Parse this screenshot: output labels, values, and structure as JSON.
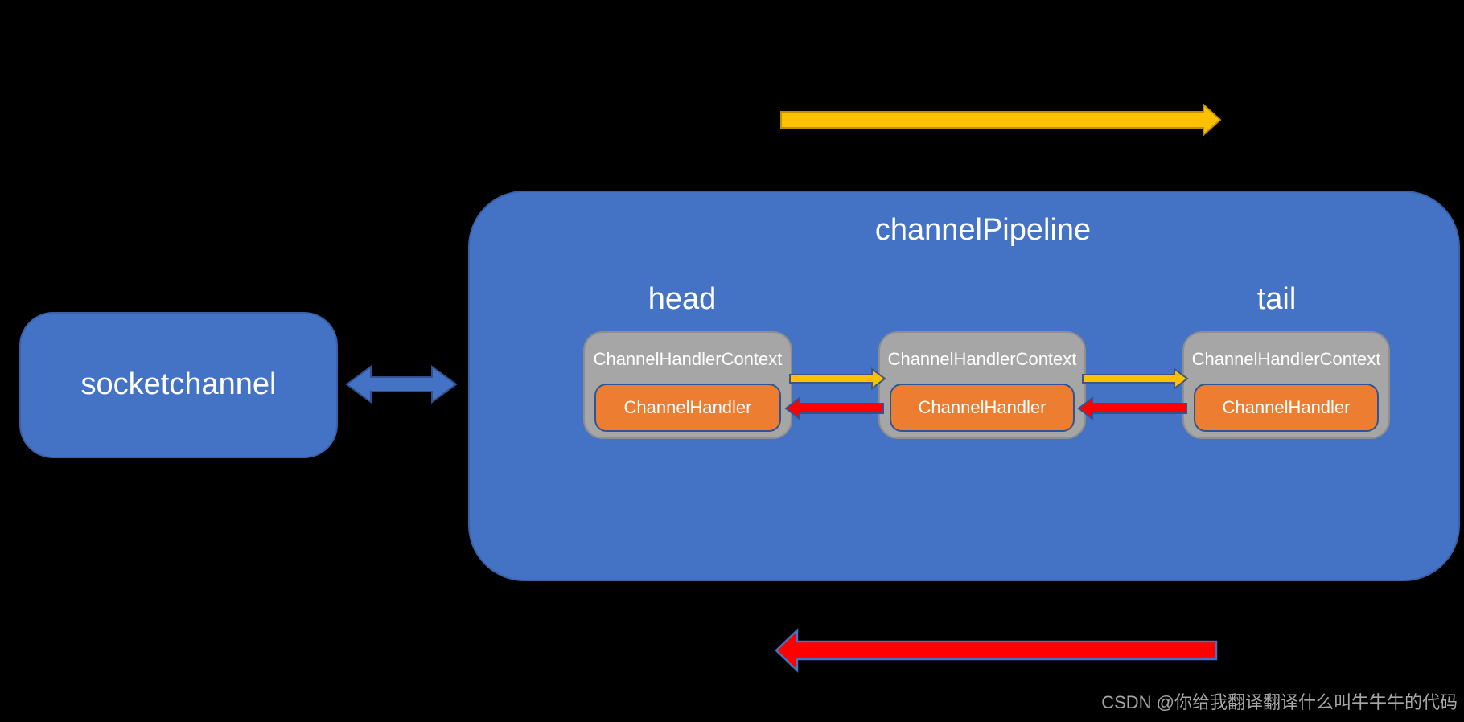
{
  "diagram": {
    "socketchannel_label": "socketchannel",
    "pipeline_title": "channelPipeline",
    "head_label": "head",
    "tail_label": "tail",
    "contexts": [
      {
        "title": "ChannelHandlerContext",
        "handler": "ChannelHandler"
      },
      {
        "title": "ChannelHandlerContext",
        "handler": "ChannelHandler"
      },
      {
        "title": "ChannelHandlerContext",
        "handler": "ChannelHandler"
      }
    ],
    "arrows": {
      "outbound": {
        "icon": "right-arrow-icon",
        "direction": "right"
      },
      "inbound": {
        "icon": "left-arrow-icon",
        "direction": "left"
      },
      "link": {
        "icon": "double-headed-arrow-icon",
        "direction": "both"
      }
    }
  },
  "colors": {
    "background": "#000000",
    "blue": "#4472C4",
    "blue_border": "#3A62A8",
    "double_arrow_border": "#2F528F",
    "gray": "#A6A6A6",
    "gray_border": "#8E8E8E",
    "orange": "#ED7D31",
    "orange_border": "#2F5496",
    "yellow": "#FFC000",
    "yellow_border": "#BF9000",
    "small_arrow_border": "#3B5884",
    "red": "#FF0000",
    "red_border": "#4472C4",
    "text": "#FFFFFF",
    "watermark": "#A6A6A6"
  },
  "watermark": "CSDN @你给我翻译翻译什么叫牛牛牛的代码"
}
